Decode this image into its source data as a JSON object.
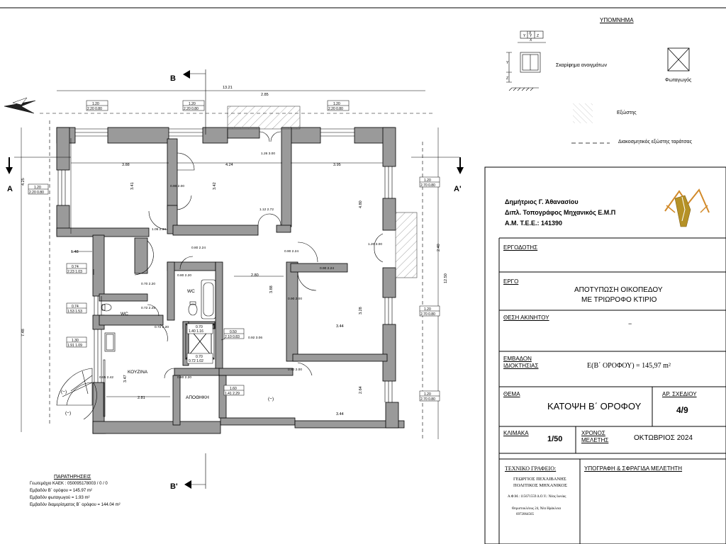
{
  "markers": {
    "section_a": "A",
    "section_a_prime": "A'",
    "section_b": "B",
    "section_b_prime": "B'"
  },
  "rooms": {
    "kitchen": "ΚΟΥΖΙΝΑ",
    "storage": "ΑΠΟΘΗΚΗ",
    "wc1": "WC",
    "wc2": "WC",
    "minus1": "(−)",
    "minus2": "(−)",
    "minus3": "(−)"
  },
  "dimensions": {
    "d1": "3.88",
    "d2": "4.24",
    "d3": "3.95",
    "d4": "3.41",
    "d5": "3.42",
    "d6": "4.80",
    "d7": "2.80",
    "d8": "3.88",
    "d9": "3.44",
    "d10": "3.28",
    "d11": "2.64",
    "d12": "3.44",
    "d13": "2.81",
    "d14": "3.47",
    "d15": "1.48",
    "d16": "13.21",
    "d17": "2.85",
    "d18": "2.40",
    "d19": "12.50",
    "d20": "4.25",
    "d21": "7.48"
  },
  "window_tags": {
    "w1a": "1.20",
    "w1b": "2.20 0.80",
    "w2a": "1.20",
    "w2b": "2.20 0.80",
    "w3a": "1.20",
    "w3b": "2.20 0.80",
    "w4a": "1.20",
    "w4b": "2.20 0.80",
    "w5a": "1.20",
    "w5b": "2.70 0.80",
    "w6a": "1.20",
    "w6b": "2.70 0.80",
    "w7a": "1.20",
    "w7b": "2.70 0.80",
    "w8a": "0.74",
    "w8b": "2.23 1.03",
    "w9a": "0.74",
    "w9b": "1.53 1.53",
    "w10a": "1.30",
    "w10b": "1.91 1.09",
    "w11a": "0.70",
    "w11b": "1.40 1.16",
    "w12a": "0.70",
    "w12b": "0.72 1.02",
    "w13a": "0.50",
    "w13b": "2.10 0.83",
    "w14a": "1.60",
    "w14b": "1.41 2.29"
  },
  "door_tags": {
    "a": "1.26 3.00",
    "b": "0.90 2.00",
    "c": "1.05 2.34",
    "d": "0.80 2.24",
    "e": "1.12 2.72",
    "f": "0.90 2.24",
    "g": "0.90 2.24",
    "h": "0.70 2.20",
    "i": "0.72 2.25",
    "j": "0.72 2.20",
    "k": "0.80 2.20",
    "l": "0.92 3.06",
    "m": "0.80 2.20",
    "n": "0.85 2.42",
    "o": "0.90 2.00",
    "p": "1.20 3.00",
    "q": "0.80 2.00"
  },
  "legend": {
    "title": "ΥΠΟΜΝΗΜΑ",
    "openings": "Σκαρίφημα ανοιγμάτων",
    "skylight": "Φωταγωγός",
    "balcony": "Εξώστης",
    "dashed": "Διακοσμητικός εξώστης ταράτσας",
    "dim_x": "X",
    "dim_y": "Y",
    "dim_z": "Z"
  },
  "notes": {
    "title": "ΠΑΡΑΤΗΡΗΣΕΙΣ",
    "line1": "Γεωτεμάχιο ΚΑΕΚ : 050095178003 / 0 / 0",
    "line2": "Εμβαδόν Β΄ ορόφου = 145.97 m²",
    "line3": "Εμβαδόν φωταγωγού = 1.93 m²",
    "line4": "Εμβαδόν διαμερίσματος Β΄ ορόφου = 144.04 m²"
  },
  "title_block": {
    "surveyor_name": "Δημήτριος Γ. Άθανασίου",
    "surveyor_title": "Διπλ. Τοπογράφος Μηχανικός Ε.Μ.Π",
    "surveyor_reg": "Α.Μ. Τ.Ε.Ε.: 141390",
    "client_label": "ΕΡΓΟΔΟΤΗΣ",
    "client_value": "",
    "project_label": "ΕΡΓΟ",
    "project_line1": "ΑΠΟΤΥΠΩΣΗ ΟΙΚΟΠΕΔΟΥ",
    "project_line2": "ΜΕ ΤΡΙΩΡΟΦΟ ΚΤΙΡΙΟ",
    "location_label": "ΘΕΣΗ ΑΚΙΝΗΤΟΥ",
    "location_value": "−",
    "area_label1": "ΕΜΒΑΔΟΝ",
    "area_label2": "ΙΔΙΟΚΤΗΣΙΑΣ",
    "area_value": "Ε(Β΄ ΟΡΟΦΟΥ) = 145,97 m²",
    "theme_label": "ΘΕΜΑ",
    "theme_value": "ΚΑΤΟΨΗ Β΄ ΟΡΟΦΟΥ",
    "drawing_no_label": "ΑΡ. ΣΧΕΔΙΟΥ",
    "drawing_no_value": "4/9",
    "scale_label": "ΚΛΙΜΑΚΑ",
    "scale_value": "1/50",
    "time_label1": "ΧΡΟΝΟΣ",
    "time_label2": "ΜΕΛΕΤΗΣ",
    "time_value": "ΟΚΤΩΒΡΙΟΣ 2024",
    "office_label": "ΤΕΧΝΙΚΟ ΓΡΑΦΕΙΟ:",
    "office_line1": "ΓΕΩΡΓΙΟΣ ΠΕΧΛΙΒΑΝΗΣ",
    "office_line2": "ΠΟΛΙΤΙΚΟΣ ΜΗΧΑΝΙΚΟΣ",
    "office_line3": "Α.Φ.Μ.: 115671559  Δ.Ο.Υ.: Νέας Ιωνίας",
    "office_line4": "Θεμιστοκλέους 24, Νέα Ηράκλεια",
    "office_line5": "6972064565",
    "signature_label": "ΥΠΟΓΡΑΦΗ & ΣΦΡΑΓΙΔΑ ΜΕΛΕΤΗΤΗ"
  }
}
